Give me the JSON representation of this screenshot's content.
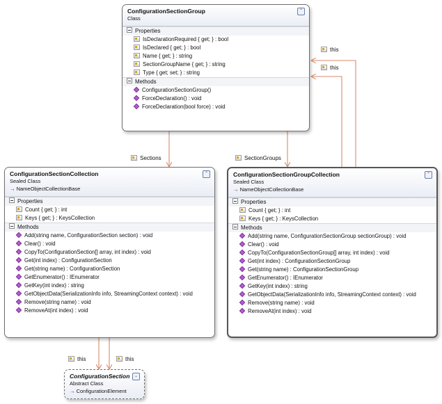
{
  "classes": {
    "group": {
      "name": "ConfigurationSectionGroup",
      "kind": "Class",
      "properties_label": "Properties",
      "properties": [
        "IsDeclarationRequired { get; } : bool",
        "IsDeclared { get; } : bool",
        "Name { get; } : string",
        "SectionGroupName { get; } : string",
        "Type { get; set; } : string"
      ],
      "methods_label": "Methods",
      "methods": [
        "ConfigurationSectionGroup()",
        "ForceDeclaration() : void",
        "ForceDeclaration(bool force) : void"
      ]
    },
    "collection": {
      "name": "ConfigurationSectionCollection",
      "kind": "Sealed Class",
      "base": "NameObjectCollectionBase",
      "properties_label": "Properties",
      "properties": [
        "Count { get; } : int",
        "Keys { get; } : KeysCollection"
      ],
      "methods_label": "Methods",
      "methods": [
        "Add(string name, ConfigurationSection section) : void",
        "Clear() : void",
        "CopyTo(ConfigurationSection[] array, int index) : void",
        "Get(int index) : ConfigurationSection",
        "Get(string name) : ConfigurationSection",
        "GetEnumerator() : IEnumerator",
        "GetKey(int index) : string",
        "GetObjectData(SerializationInfo info, StreamingContext context) : void",
        "Remove(string name) : void",
        "RemoveAt(int index) : void"
      ]
    },
    "group_collection": {
      "name": "ConfigurationSectionGroupCollection",
      "kind": "Sealed Class",
      "base": "NameObjectCollectionBase",
      "properties_label": "Properties",
      "properties": [
        "Count { get; } : int",
        "Keys { get; } : KeysCollection"
      ],
      "methods_label": "Methods",
      "methods": [
        "Add(string name, ConfigurationSectionGroup sectionGroup) : void",
        "Clear() : void",
        "CopyTo(ConfigurationSectionGroup[] array, int index) : void",
        "Get(int index) : ConfigurationSectionGroup",
        "Get(string name) : ConfigurationSectionGroup",
        "GetEnumerator() : IEnumerator",
        "GetKey(int index) : string",
        "GetObjectData(SerializationInfo info, StreamingContext context) : void",
        "Remove(string name) : void",
        "RemoveAt(int index) : void"
      ]
    },
    "section": {
      "name": "ConfigurationSection",
      "kind": "Abstract Class",
      "base": "ConfigurationElement"
    }
  },
  "associations": {
    "sections": "Sections",
    "section_groups": "SectionGroups",
    "this_1": "this",
    "this_2": "this",
    "this_3": "this",
    "this_4": "this"
  },
  "base_arrow": "→",
  "collapse_glyph": "⌃",
  "expand_glyph": "⌄",
  "colors": {
    "connector": "#d98a6a",
    "border": "#6e6e6e"
  }
}
